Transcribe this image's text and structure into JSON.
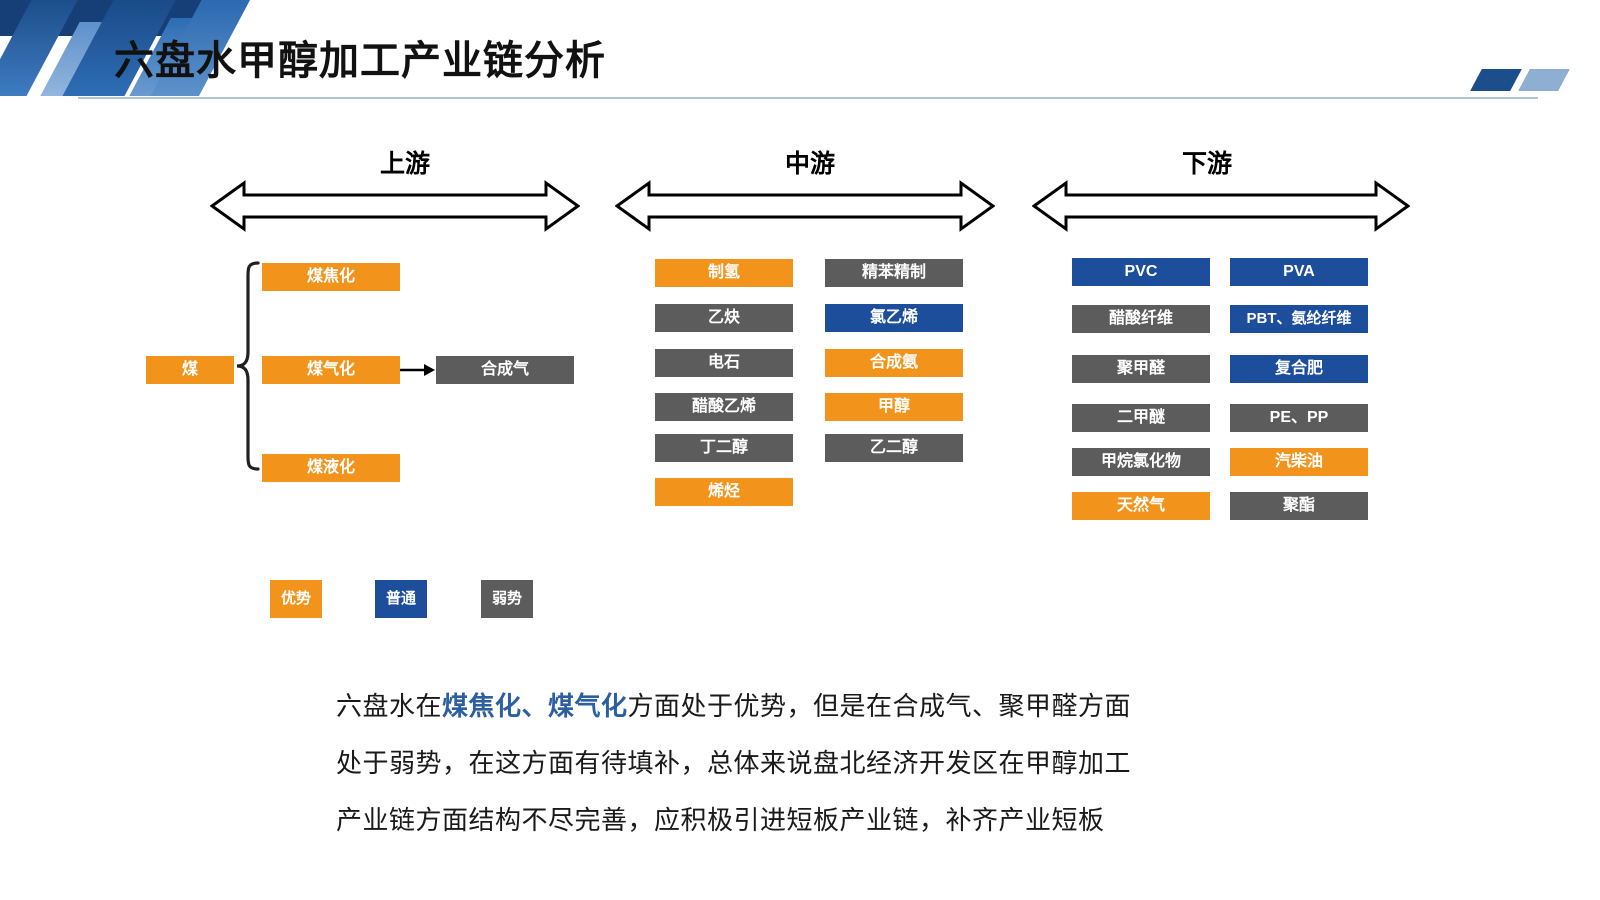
{
  "header": {
    "title": "六盘水甲醇加工产业链分析",
    "accent_navy": "#173F77",
    "accent_blue": "#2C69B0",
    "accent_light": "#8FAFD2"
  },
  "colors": {
    "advantage": "#F2941C",
    "average": "#1C4E9C",
    "weak": "#5C5C5C"
  },
  "sections": {
    "upstream": {
      "title": "上游"
    },
    "midstream": {
      "title": "中游"
    },
    "downstream": {
      "title": "下游"
    }
  },
  "upstream": {
    "root": {
      "label": "煤",
      "level": "advantage"
    },
    "branches": [
      {
        "label": "煤焦化",
        "level": "advantage"
      },
      {
        "label": "煤气化",
        "level": "advantage"
      },
      {
        "label": "煤液化",
        "level": "advantage"
      }
    ],
    "output": {
      "label": "合成气",
      "level": "weak"
    }
  },
  "midstream": {
    "col1": [
      {
        "label": "制氢",
        "level": "advantage"
      },
      {
        "label": "乙炔",
        "level": "weak"
      },
      {
        "label": "电石",
        "level": "weak"
      },
      {
        "label": "醋酸乙烯",
        "level": "weak"
      },
      {
        "label": "丁二醇",
        "level": "weak"
      },
      {
        "label": "烯烃",
        "level": "advantage"
      }
    ],
    "col2": [
      {
        "label": "精苯精制",
        "level": "weak"
      },
      {
        "label": "氯乙烯",
        "level": "average"
      },
      {
        "label": "合成氨",
        "level": "advantage"
      },
      {
        "label": "甲醇",
        "level": "advantage"
      },
      {
        "label": "乙二醇",
        "level": "weak"
      }
    ]
  },
  "downstream": {
    "col1": [
      {
        "label": "PVC",
        "level": "average"
      },
      {
        "label": "醋酸纤维",
        "level": "weak"
      },
      {
        "label": "聚甲醛",
        "level": "weak"
      },
      {
        "label": "二甲醚",
        "level": "weak"
      },
      {
        "label": "甲烷氯化物",
        "level": "weak"
      },
      {
        "label": "天然气",
        "level": "advantage"
      }
    ],
    "col2": [
      {
        "label": "PVA",
        "level": "average"
      },
      {
        "label": "PBT、氨纶纤维",
        "level": "average"
      },
      {
        "label": "复合肥",
        "level": "average"
      },
      {
        "label": "PE、PP",
        "level": "weak"
      },
      {
        "label": "汽柴油",
        "level": "advantage"
      },
      {
        "label": "聚酯",
        "level": "weak"
      }
    ]
  },
  "legend": [
    {
      "label": "优势",
      "level": "advantage"
    },
    {
      "label": "普通",
      "level": "average"
    },
    {
      "label": "弱势",
      "level": "weak"
    }
  ],
  "summary": {
    "line1_a": "六盘水在",
    "line1_hl": "煤焦化、煤气化",
    "line1_b": "方面处于优势，但是在合成气、聚甲醛方面",
    "line2": "处于弱势，在这方面有待填补，总体来说盘北经济开发区在甲醇加工",
    "line3": "产业链方面结构不尽完善，应积极引进短板产业链，补齐产业短板"
  }
}
